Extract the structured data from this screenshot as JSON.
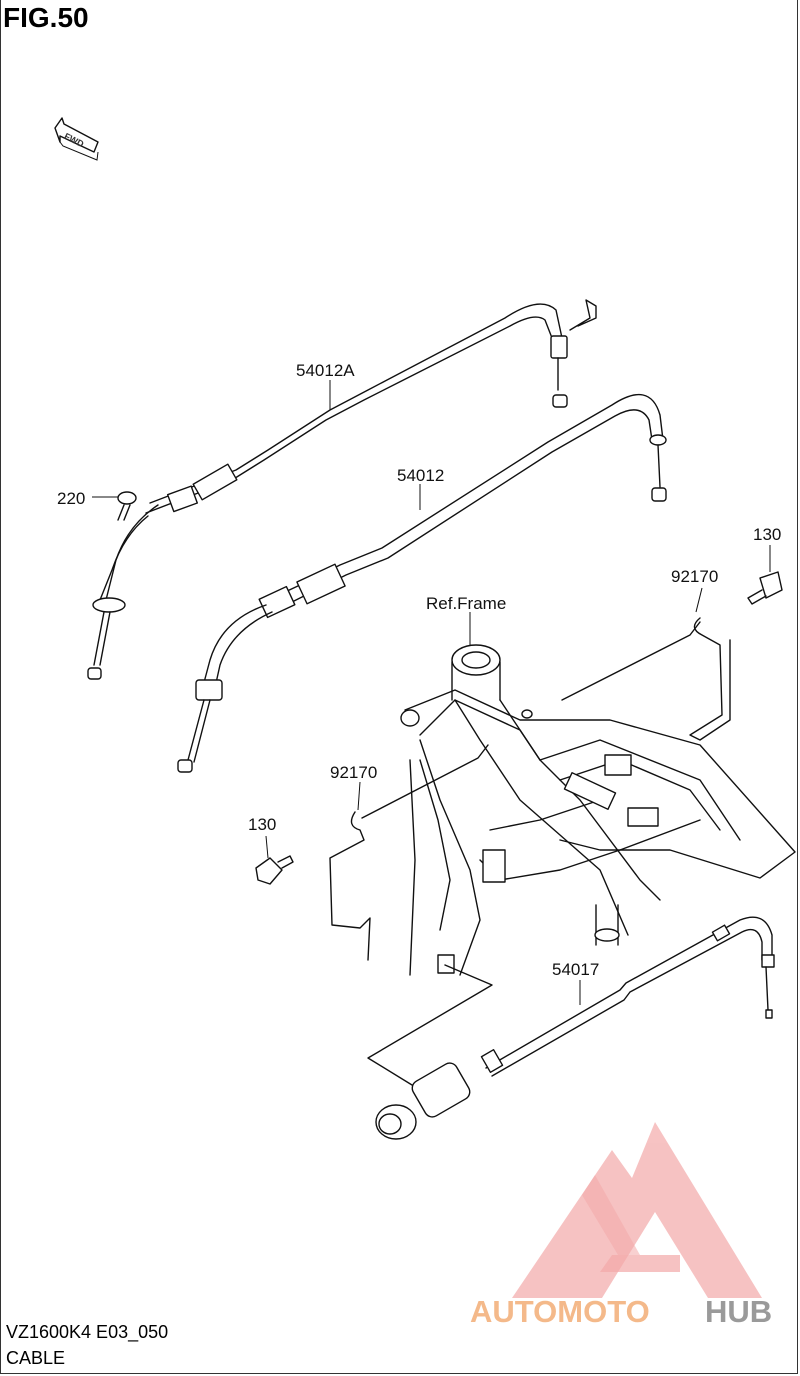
{
  "figure": {
    "title": "FIG.50"
  },
  "fwd_arrow": {
    "label": "FWD",
    "icon": "fwd-arrow-icon"
  },
  "parts": [
    {
      "number": "54012A",
      "name": "throttle-cable-a"
    },
    {
      "number": "54012",
      "name": "throttle-cable"
    },
    {
      "number": "220",
      "name": "cable-bolt"
    },
    {
      "number": "130",
      "name": "bolt-right"
    },
    {
      "number": "92170",
      "name": "clamp-right"
    },
    {
      "number": "92170",
      "name": "clamp-left"
    },
    {
      "number": "130",
      "name": "bolt-left"
    },
    {
      "number": "54017",
      "name": "starter-cable"
    }
  ],
  "reference": {
    "label": "Ref.Frame"
  },
  "footer": {
    "code": "VZ1600K4 E03_050",
    "caption": "CABLE"
  },
  "watermark": {
    "part_a": "AUTOMOTO",
    "part_b": "HUB",
    "color_a": "#f4b98a",
    "color_b": "#9a9a9a",
    "logo_color": "#f19a9a"
  }
}
